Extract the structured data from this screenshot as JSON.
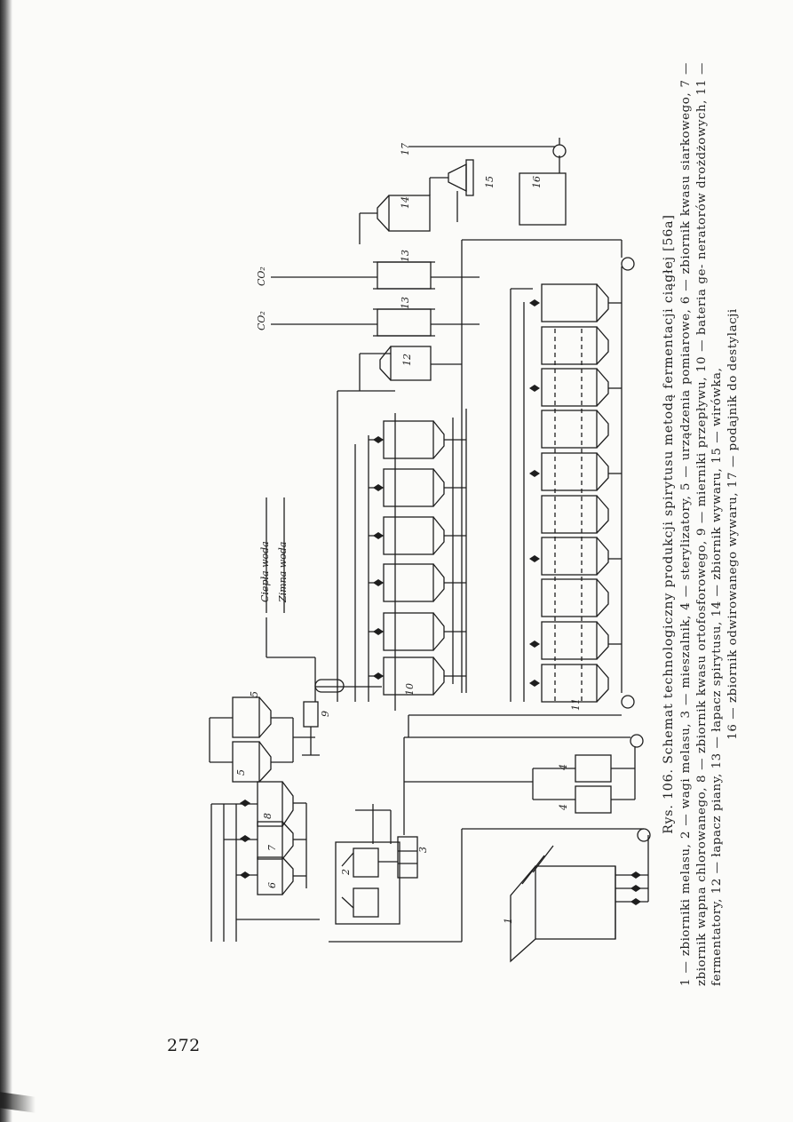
{
  "page": {
    "number": "272"
  },
  "figure": {
    "caption_title": "Rys. 106. Schemat technologiczny produkcji spirytusu metodą fermentacji ciągłej [56a]",
    "legend_lines": [
      "1 — zbiorniki melasu, 2 — wagi melasu, 3 — mieszalnik, 4 — sterylizatory, 5 — urządzenia pomiarowe, 6 — zbiornik kwasu",
      "siarkowego, 7 — zbiornik wapna chlorowanego, 8 — zbiornik kwasu ortofosforowego, 9 — mierniki przepływu, 10 — bateria ge-",
      "neratorów drożdżowych, 11 — fermentatory, 12 — łapacz piany, 13 — łapacz spirytusu, 14 — zbiornik wywaru, 15 — wirówka,"
    ],
    "legend_last_line": "16 — zbiornik odwirowanego wywaru, 17 — podajnik do destylacji",
    "labels": {
      "warm_water": "Ciepła woda",
      "cold_water": "Zimna woda",
      "co2_a": "CO₂",
      "co2_b": "CO₂",
      "n1": "1",
      "n2": "2",
      "n3": "3",
      "n4a": "4",
      "n4b": "4",
      "n5a": "5",
      "n5b": "5",
      "n6": "6",
      "n7": "7",
      "n8": "8",
      "n9": "9",
      "n10": "10",
      "n11": "11",
      "n12": "12",
      "n13a": "13",
      "n13b": "13",
      "n14": "14",
      "n15": "15",
      "n16": "16",
      "n17": "17"
    }
  }
}
